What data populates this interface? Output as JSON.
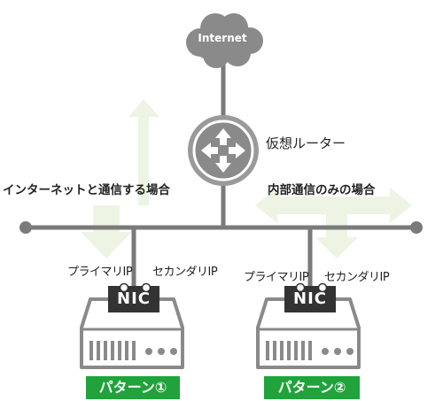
{
  "cloud": {
    "label": "Internet"
  },
  "router": {
    "label": "仮想ルーター"
  },
  "flows": {
    "internet": "インターネットと通信する場合",
    "internal": "内部通信のみの場合"
  },
  "servers": [
    {
      "primary_ip": "プライマリIP",
      "secondary_ip": "セカンダリIP",
      "nic": "NIC",
      "pattern": "パターン①"
    },
    {
      "primary_ip": "プライマリIP",
      "secondary_ip": "セカンダリIP",
      "nic": "NIC",
      "pattern": "パターン②"
    }
  ],
  "colors": {
    "cloud": "#8a8a8a",
    "line": "#7a7a7a",
    "router": "#8c8c8c",
    "arrow": "#eef4e3",
    "nic": "#333333",
    "badge": "#1fa33a"
  }
}
